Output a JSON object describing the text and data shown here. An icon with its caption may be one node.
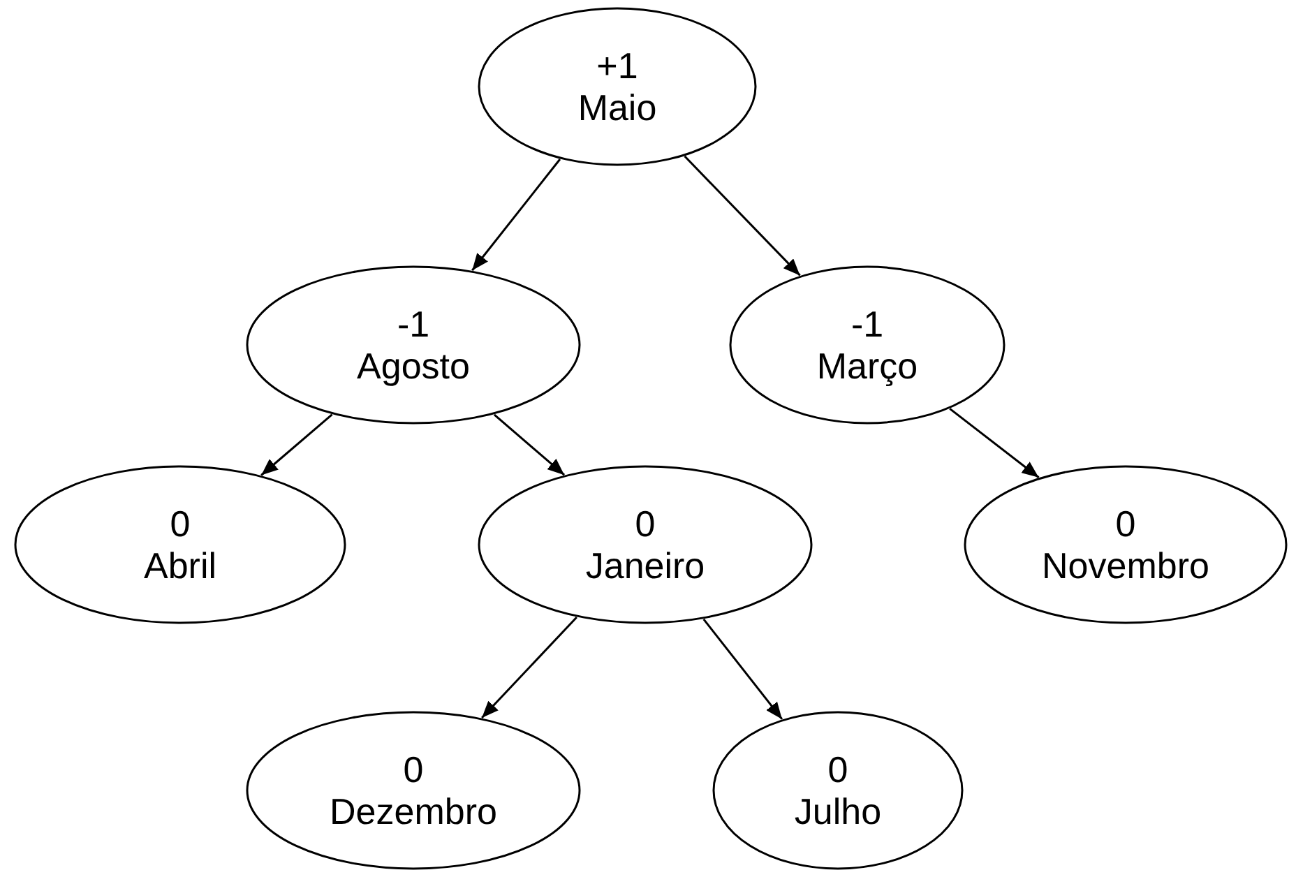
{
  "diagram": {
    "nodes": [
      {
        "text": [
          "+1",
          "Maio"
        ]
      },
      {
        "text": [
          "-1",
          "Agosto"
        ]
      },
      {
        "text": [
          "-1",
          "Março"
        ]
      },
      {
        "text": [
          "0",
          "Abril"
        ]
      },
      {
        "text": [
          "0",
          "Janeiro"
        ]
      },
      {
        "text": [
          "0",
          "Novembro"
        ]
      },
      {
        "text": [
          "0",
          "Dezembro"
        ]
      },
      {
        "text": [
          "0",
          "Julho"
        ]
      }
    ],
    "edges": [
      {
        "from": 0,
        "to": 1,
        "arrow": "to"
      },
      {
        "from": 0,
        "to": 2,
        "arrow": "to"
      },
      {
        "from": 1,
        "to": 3,
        "arrow": "to"
      },
      {
        "from": 1,
        "to": 4,
        "arrow": "to"
      },
      {
        "from": 2,
        "to": 5,
        "arrow": "to"
      },
      {
        "from": 4,
        "to": 6,
        "arrow": "to"
      },
      {
        "from": 4,
        "to": 7,
        "arrow": "to"
      }
    ]
  }
}
